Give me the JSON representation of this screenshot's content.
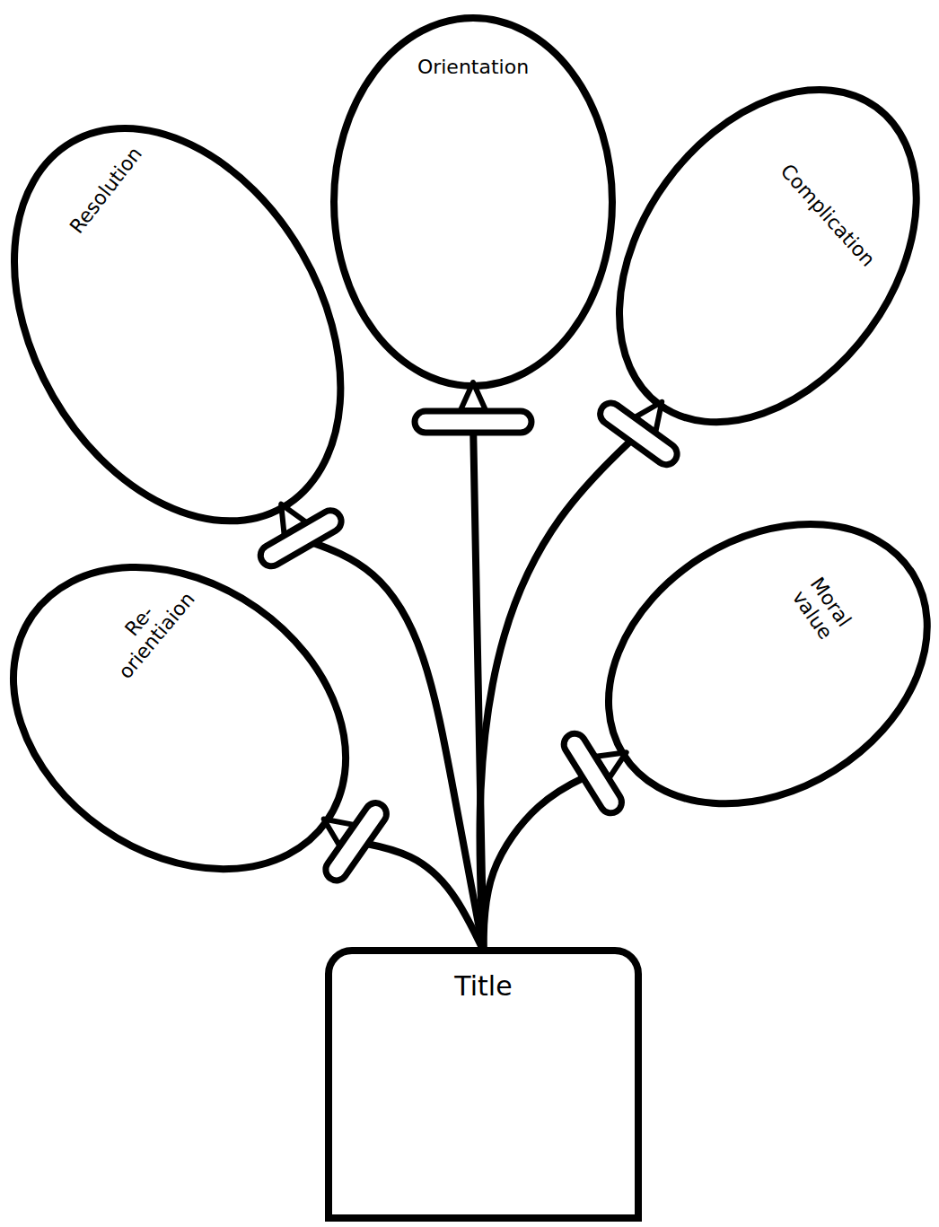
{
  "diagram": {
    "nodes": [
      {
        "text": [
          "Orientation"
        ]
      },
      {
        "text": [
          "Resolution"
        ]
      },
      {
        "text": [
          "Complication"
        ]
      },
      {
        "text": [
          "Re- orientiaion"
        ]
      },
      {
        "text": [
          "Moral value"
        ]
      },
      {
        "text": [
          "Title"
        ]
      }
    ],
    "edges": [
      {
        "from": 5,
        "to": 0,
        "arrow": "none"
      },
      {
        "from": 5,
        "to": 1,
        "arrow": "none"
      },
      {
        "from": 5,
        "to": 2,
        "arrow": "none"
      },
      {
        "from": 5,
        "to": 3,
        "arrow": "none"
      },
      {
        "from": 5,
        "to": 4,
        "arrow": "none"
      }
    ]
  }
}
